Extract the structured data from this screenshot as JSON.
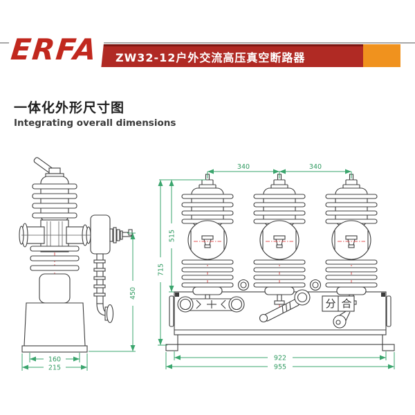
{
  "header": {
    "logo_text": "ERFA",
    "banner_title": "ZW32-12户外交流高压真空断路器"
  },
  "section": {
    "title_zh": "一体化外形尺寸图",
    "title_en": "Integrating overall dimensions"
  },
  "colors": {
    "banner_red": "#b02a24",
    "banner_edge_dark_red": "#7d1712",
    "accent_orange": "#f0921e",
    "logo_red": "#c1281e",
    "dimension_green": "#3aa56d",
    "centerline_red": "#e05252",
    "drawing_line": "#3c3c3c"
  },
  "side_view": {
    "dims": {
      "height": "450",
      "base_inner_width": "160",
      "base_outer_width": "215"
    }
  },
  "front_view": {
    "dims": {
      "pole_pitch_left": "340",
      "pole_pitch_right": "340",
      "height_to_tank": "515",
      "overall_height": "715",
      "base_inner_width": "922",
      "base_outer_width": "955"
    },
    "indicator": {
      "open_label": "分",
      "close_label": "合"
    }
  }
}
